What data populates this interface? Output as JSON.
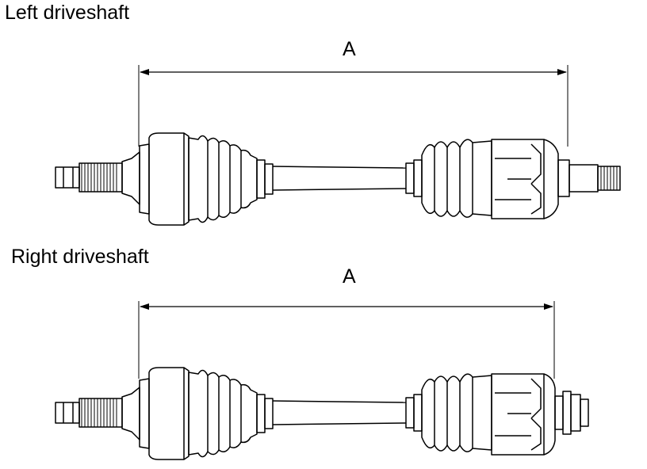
{
  "left": {
    "title": "Left driveshaft",
    "dimension_label": "A"
  },
  "right": {
    "title": "Right driveshaft",
    "dimension_label": "A"
  },
  "colors": {
    "stroke": "#000000",
    "background": "#ffffff"
  }
}
